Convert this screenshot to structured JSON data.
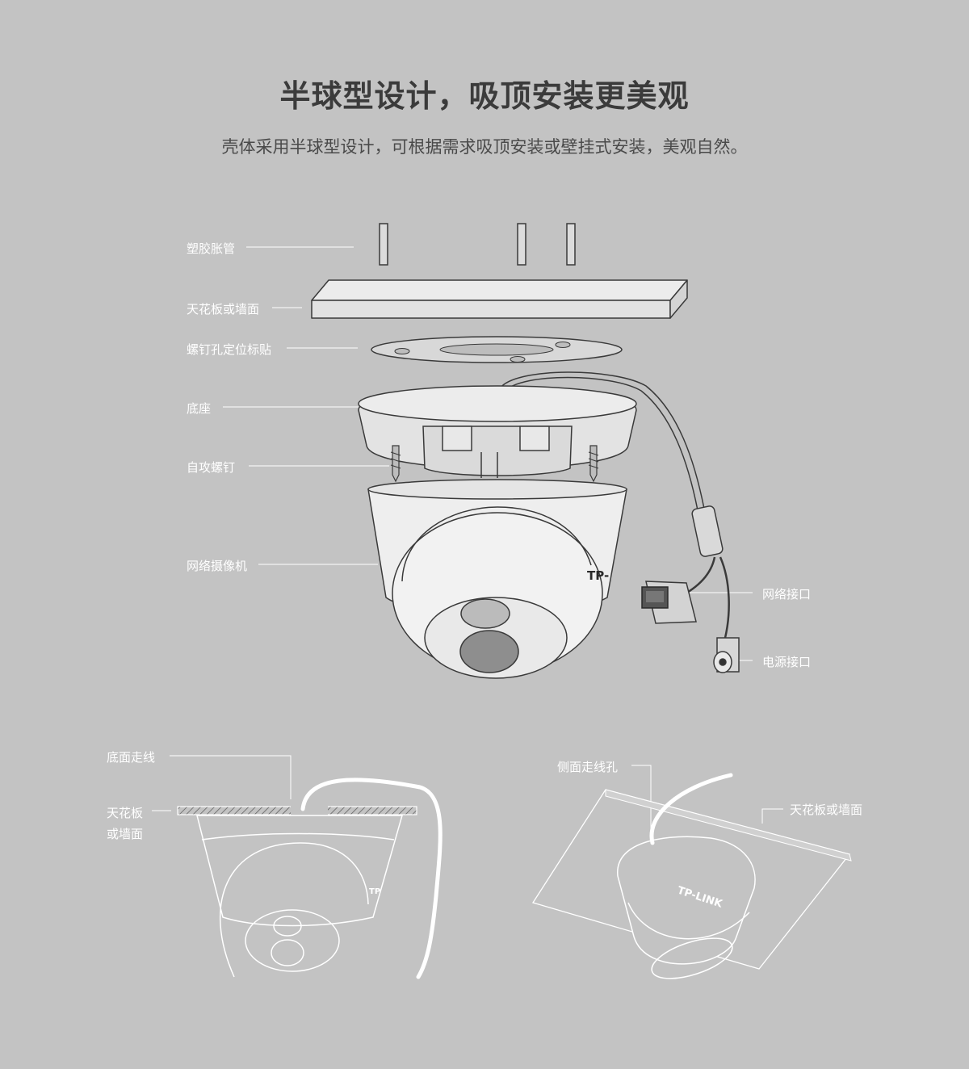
{
  "header": {
    "title": "半球型设计，吸顶安装更美观",
    "subtitle": "壳体采用半球型设计，可根据需求吸顶安装或壁挂式安装，美观自然。"
  },
  "exploded_view": {
    "labels": {
      "anchor": "塑胶胀管",
      "ceiling": "天花板或墙面",
      "sticker": "螺钉孔定位标贴",
      "base": "底座",
      "screw": "自攻螺钉",
      "camera": "网络摄像机",
      "network_port": "网络接口",
      "power_port": "电源接口"
    },
    "brand_mark": "TP-"
  },
  "bottom_wiring": {
    "label": "底面走线",
    "ceiling_line1": "天花板",
    "ceiling_line2": "或墙面",
    "brand_mark": "TP"
  },
  "side_wiring": {
    "label": "侧面走线孔",
    "ceiling": "天花板或墙面",
    "brand_mark": "TP-LINK"
  },
  "colors": {
    "background": "#c3c3c3",
    "title": "#3b3b3b",
    "label": "#ffffff",
    "line": "#3a3a3a"
  }
}
